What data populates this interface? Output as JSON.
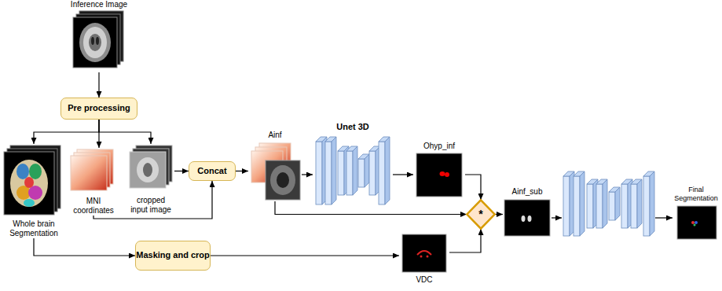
{
  "diagram": {
    "nodes": [
      {
        "text": [
          "Inference Image"
        ]
      },
      {
        "text": [
          "Pre processing"
        ]
      },
      {
        "text": [
          "Whole brain Segmentation"
        ]
      },
      {
        "text": [
          "MNI coordinates"
        ]
      },
      {
        "text": [
          "cropped input image"
        ]
      },
      {
        "text": [
          "Concat"
        ]
      },
      {
        "text": [
          "Ainf"
        ]
      },
      {
        "text": [
          "Unet 3D"
        ]
      },
      {
        "text": [
          "Ohyp_inf"
        ]
      },
      {
        "text": [
          "*"
        ]
      },
      {
        "text": [
          "Ainf_sub"
        ]
      },
      {
        "text": [
          "Final Segmentation"
        ]
      },
      {
        "text": [
          "Masking and crop"
        ]
      },
      {
        "text": [
          "VDC"
        ]
      }
    ],
    "edges": [
      {
        "from": 0,
        "to": 1,
        "arrow": "to"
      },
      {
        "from": 1,
        "to": 2,
        "arrow": "to"
      },
      {
        "from": 1,
        "to": 3,
        "arrow": "to"
      },
      {
        "from": 1,
        "to": 4,
        "arrow": "to"
      },
      {
        "from": 4,
        "to": 5,
        "arrow": "to"
      },
      {
        "from": 3,
        "to": 5,
        "arrow": "to"
      },
      {
        "from": 5,
        "to": 6,
        "arrow": "to"
      },
      {
        "from": 6,
        "to": 7,
        "arrow": "to"
      },
      {
        "from": 7,
        "to": 8,
        "arrow": "to"
      },
      {
        "from": 8,
        "to": 9,
        "arrow": "to"
      },
      {
        "from": 6,
        "to": 9,
        "arrow": "to"
      },
      {
        "from": 2,
        "to": 12,
        "arrow": "to"
      },
      {
        "from": 12,
        "to": 13,
        "arrow": "to"
      },
      {
        "from": 13,
        "to": 9,
        "arrow": "to"
      },
      {
        "from": 9,
        "to": 10,
        "arrow": "to"
      },
      {
        "from": 10,
        "to": 11,
        "arrow": "to"
      }
    ]
  }
}
